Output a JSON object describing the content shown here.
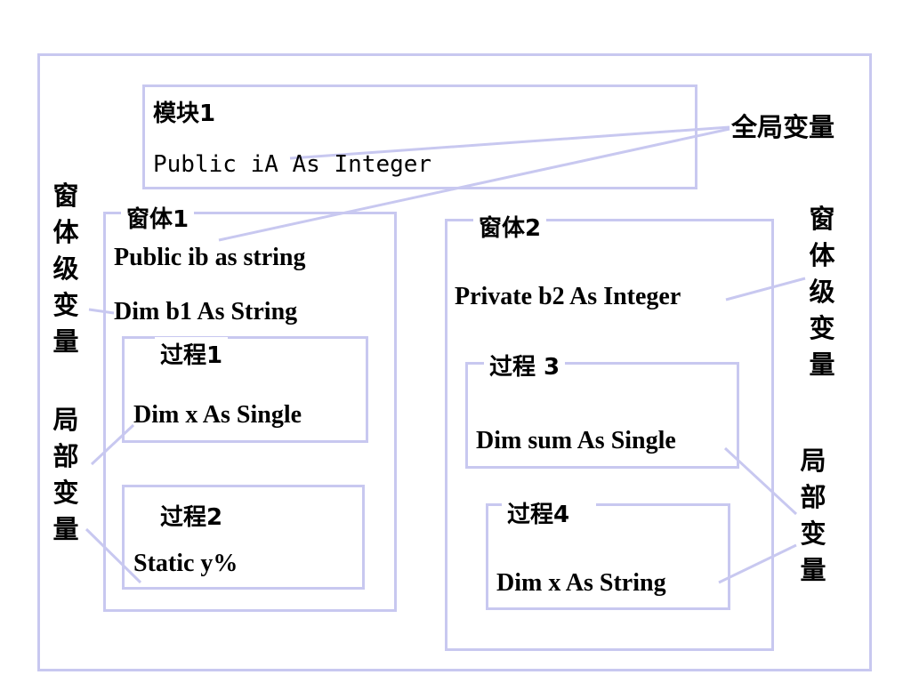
{
  "module": {
    "title": "模块1",
    "code": "Public iA As Integer"
  },
  "global_label": "全局变量",
  "form_level_label_left": "窗体级变量",
  "form_level_label_right": "窗体级变量",
  "local_label_left": "局部变量",
  "local_label_right": "局部变量",
  "form1": {
    "title": "窗体1",
    "line1": "Public ib as string",
    "line2": "Dim b1 As String",
    "proc1": {
      "title": "过程1",
      "code": "Dim x As Single"
    },
    "proc2": {
      "title": "过程2",
      "code": "Static y%"
    }
  },
  "form2": {
    "title": "窗体2",
    "line1": "Private b2 As Integer",
    "proc3": {
      "title": "过程 3",
      "code": "Dim sum As Single"
    },
    "proc4": {
      "title": "过程4",
      "code": "Dim x As String"
    }
  },
  "colors": {
    "border": "#c8c8f0",
    "connector": "#c8c8f0",
    "text": "#000000"
  }
}
